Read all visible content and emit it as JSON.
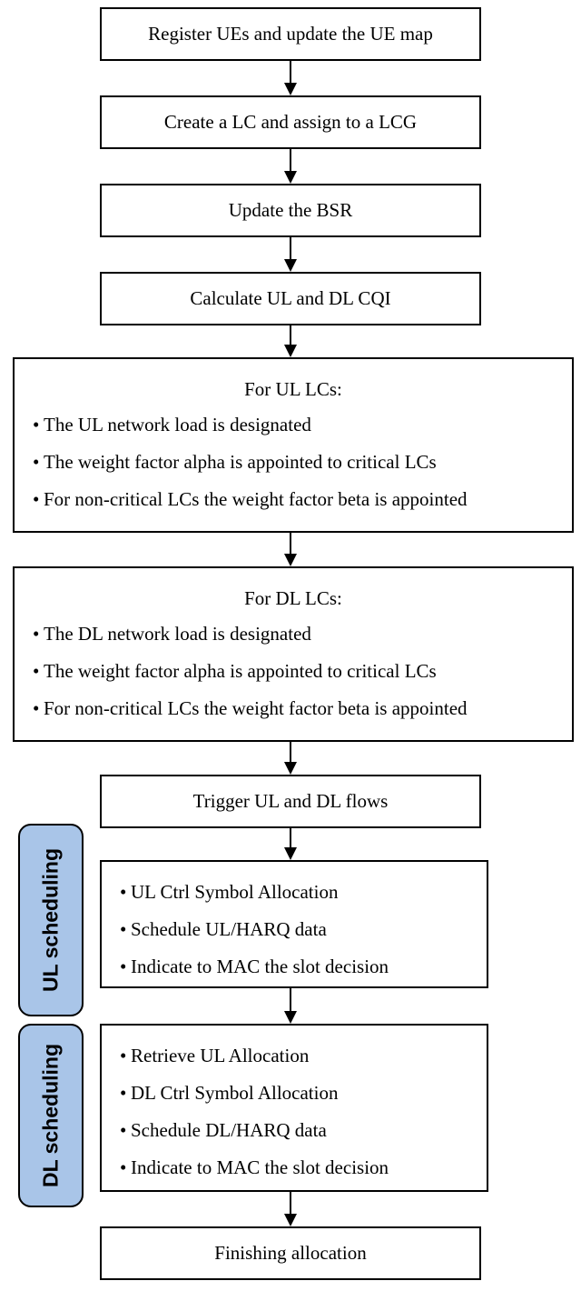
{
  "steps": {
    "register": "Register UEs and update the UE map",
    "create_lc": "Create a LC and assign to a LCG",
    "update_bsr": "Update the BSR",
    "calc_cqi": "Calculate UL and DL CQI",
    "ul_lcs": {
      "title": "For UL LCs:",
      "items": [
        "The UL network load is designated",
        "The weight factor alpha is appointed to critical LCs",
        "For non-critical LCs the weight factor beta is appointed"
      ]
    },
    "dl_lcs": {
      "title": "For DL LCs:",
      "items": [
        "The DL network load is designated",
        "The weight factor alpha is appointed to critical LCs",
        "For non-critical LCs the weight factor beta is appointed"
      ]
    },
    "trigger": "Trigger UL and DL flows",
    "ul_sched": {
      "items": [
        "UL Ctrl Symbol Allocation",
        "Schedule UL/HARQ data",
        "Indicate to MAC the slot decision"
      ]
    },
    "dl_sched": {
      "items": [
        "Retrieve UL Allocation",
        "DL Ctrl Symbol Allocation",
        "Schedule DL/HARQ data",
        "Indicate to MAC the slot decision"
      ]
    },
    "finish": "Finishing allocation"
  },
  "side_labels": {
    "ul": "UL scheduling",
    "dl": "DL scheduling"
  },
  "bullet": "•",
  "colors": {
    "side_label_fill": "#a9c5e8",
    "stroke": "#000000"
  }
}
